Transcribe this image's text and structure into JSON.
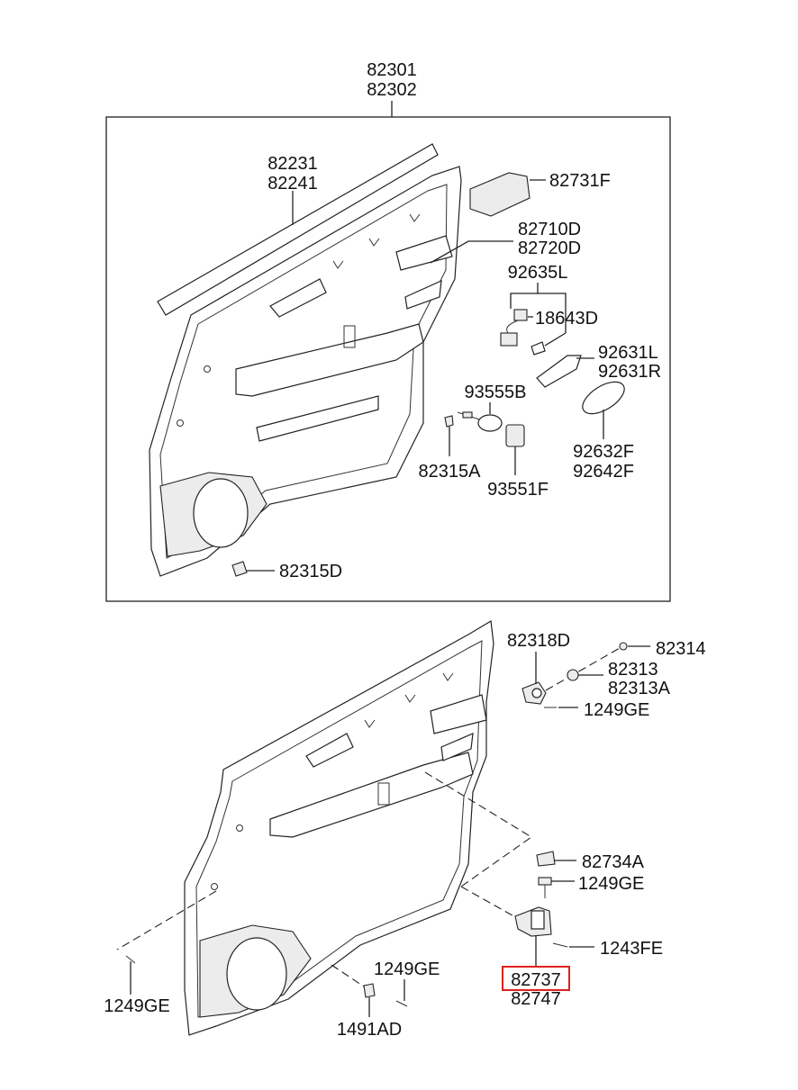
{
  "labels": {
    "assembly_a": "82301",
    "assembly_b": "82302",
    "weatherstrip_a": "82231",
    "weatherstrip_b": "82241",
    "cover": "82731F",
    "armrest_a": "82710D",
    "armrest_b": "82720D",
    "lamp_harness": "92635L",
    "bulb": "18643D",
    "lens_a": "92631L",
    "lens_b": "92631R",
    "switch": "93555B",
    "lamp_lens_a": "92632F",
    "lamp_lens_b": "92642F",
    "clip_a": "82315A",
    "switch_cover": "93551F",
    "clip_d": "82315D",
    "retainer": "82318D",
    "grommet": "82314",
    "nut_a": "82313",
    "nut_b": "82313A",
    "screw_top": "1249GE",
    "cap": "82734A",
    "screw_mid": "1249GE",
    "bolt": "1243FE",
    "screw_right": "1249GE",
    "screw_left": "1249GE",
    "bracket_a": "82737",
    "bracket_b": "82747",
    "fastener": "1491AD"
  },
  "highlight": {
    "part": "82737",
    "color": "#e02020"
  }
}
